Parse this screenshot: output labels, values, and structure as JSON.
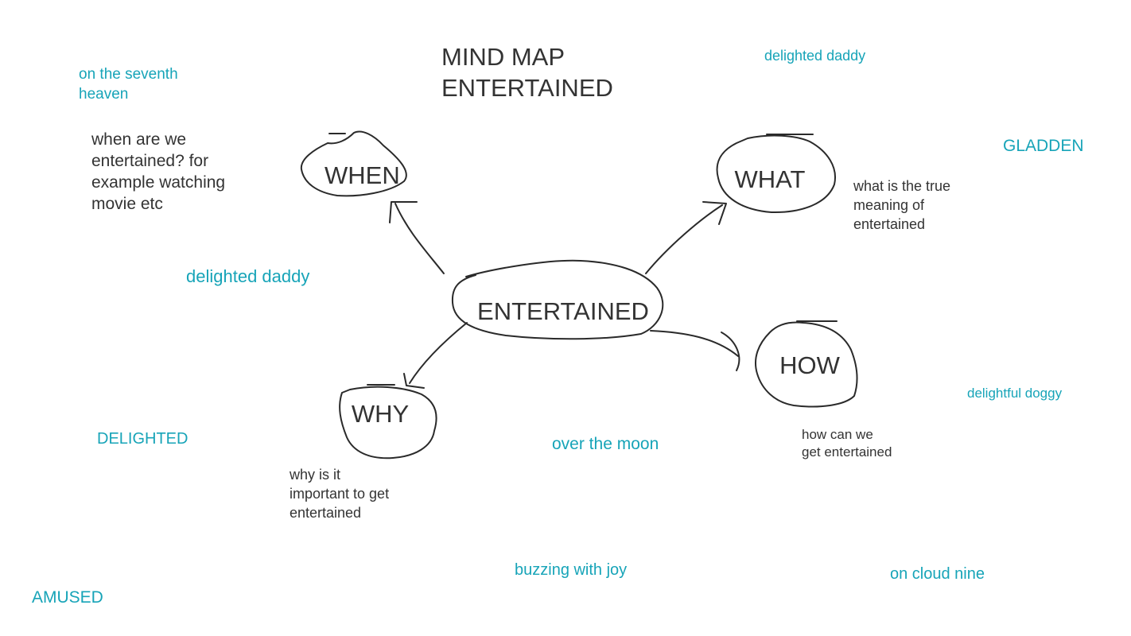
{
  "colors": {
    "ink": "#2a2a2a",
    "text_dark": "#333333",
    "accent_teal": "#17a4b8",
    "background": "#ffffff"
  },
  "title": {
    "line1": "MIND MAP",
    "line2": "ENTERTAINED"
  },
  "center_node": {
    "label": "ENTERTAINED"
  },
  "nodes": {
    "when": {
      "label": "WHEN",
      "note": [
        "when are we",
        "entertained? for",
        "example watching",
        "movie etc"
      ]
    },
    "what": {
      "label": "WHAT",
      "note": [
        "what is the true",
        "meaning of",
        "entertained"
      ]
    },
    "why": {
      "label": "WHY",
      "note": [
        "why is it",
        "important to get",
        "entertained"
      ]
    },
    "how": {
      "label": "HOW",
      "note": [
        "how can we",
        "get entertained"
      ]
    }
  },
  "synonyms": {
    "on_the_seventh_heaven": [
      "on the seventh",
      "heaven"
    ],
    "delighted_daddy_top": "delighted daddy",
    "gladden": "GLADDEN",
    "delighted_daddy_left": "delighted daddy",
    "delightful_doggy": "delightful doggy",
    "delighted": "DELIGHTED",
    "over_the_moon": "over the moon",
    "buzzing_with_joy": "buzzing with joy",
    "on_cloud_nine": "on cloud nine",
    "amused": "AMUSED"
  }
}
